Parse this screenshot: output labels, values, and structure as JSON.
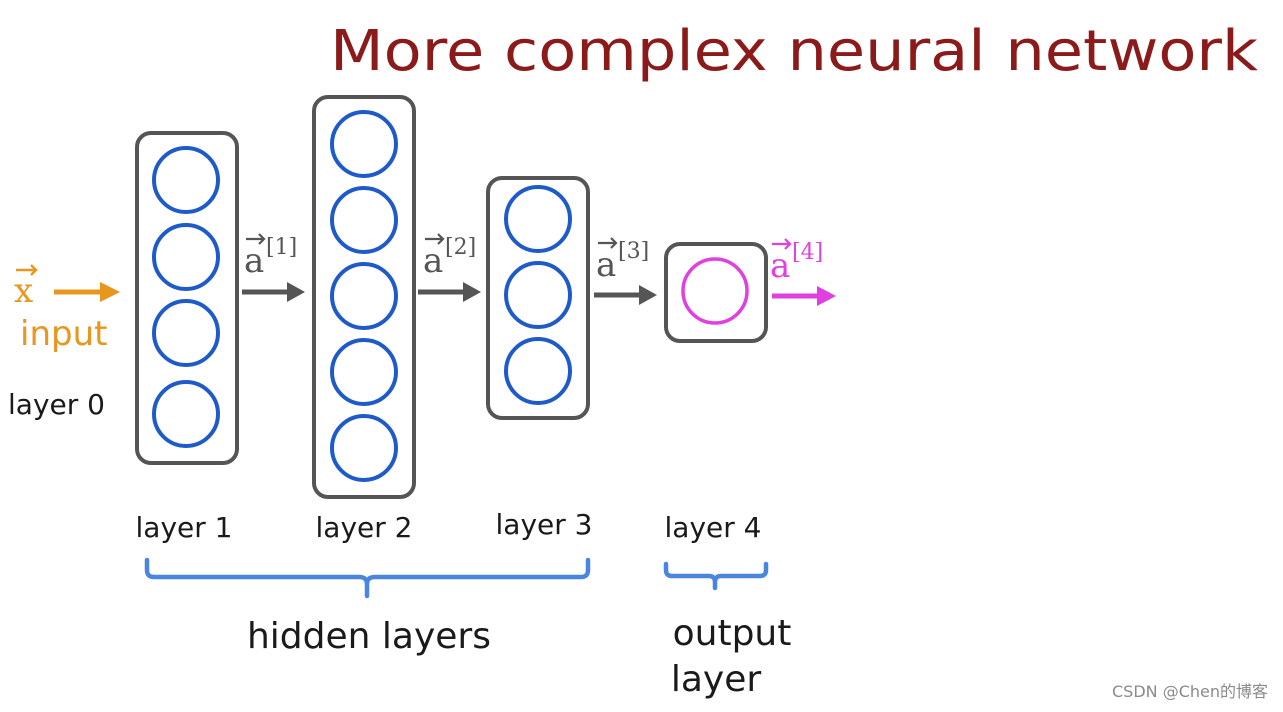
{
  "title": "More complex neural network",
  "input": {
    "vector": "x",
    "label": "input",
    "layer_label": "layer 0"
  },
  "layers": [
    {
      "label": "layer 1",
      "units": 4
    },
    {
      "label": "layer 2",
      "units": 5
    },
    {
      "label": "layer 3",
      "units": 3
    },
    {
      "label": "layer 4",
      "units": 1
    }
  ],
  "activations": [
    {
      "symbol": "a",
      "superscript": "[1]"
    },
    {
      "symbol": "a",
      "superscript": "[2]"
    },
    {
      "symbol": "a",
      "superscript": "[3]"
    },
    {
      "symbol": "a",
      "superscript": "[4]"
    }
  ],
  "groups": {
    "hidden": "hidden layers",
    "output_line1": "output",
    "output_line2": "layer"
  },
  "watermark": "CSDN @Chen的博客",
  "colors": {
    "title": "#8b1a1a",
    "input": "#e8961e",
    "neuron": "#1f5bc8",
    "output_neuron": "#e040e0",
    "box": "#555555",
    "arrow": "#555555",
    "brace": "#4a86e0"
  }
}
